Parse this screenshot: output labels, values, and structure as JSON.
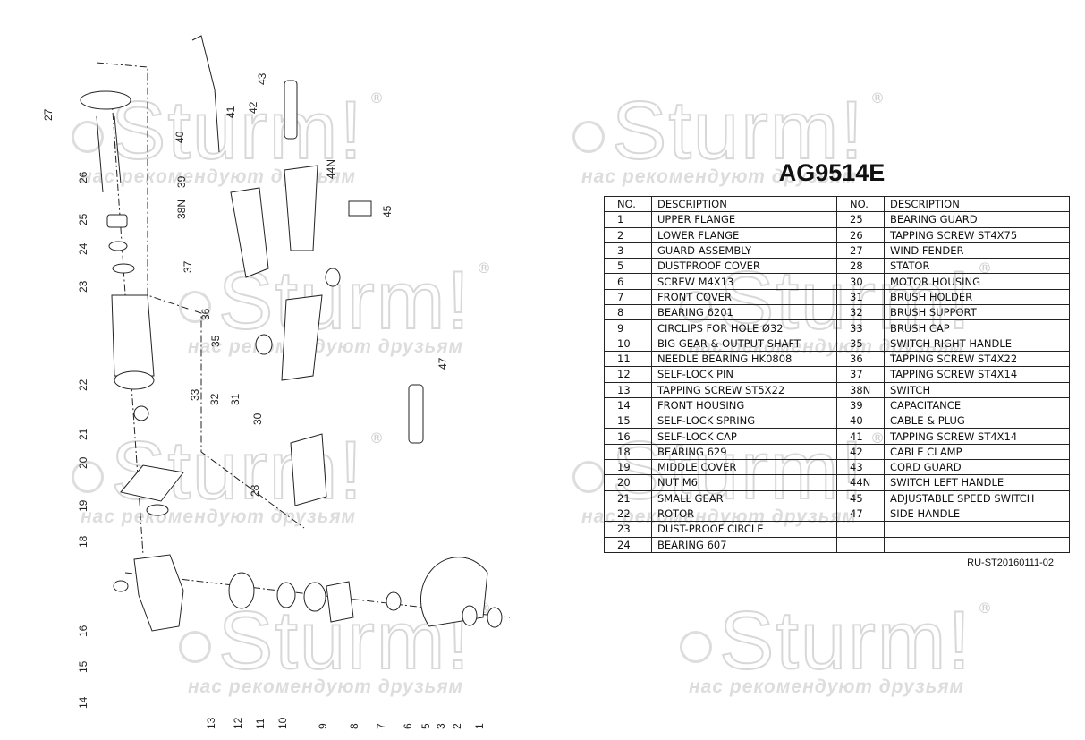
{
  "watermark": {
    "brand": "Sturm!",
    "registered": "®",
    "slogan": "нас рекомендуют друзьям"
  },
  "title": "AG9514E",
  "table": {
    "headers": {
      "no": "NO.",
      "description": "DESCRIPTION"
    },
    "left": [
      {
        "no": "1",
        "desc": "UPPER FLANGE"
      },
      {
        "no": "2",
        "desc": "LOWER FLANGE"
      },
      {
        "no": "3",
        "desc": "GUARD  ASSEMBLY"
      },
      {
        "no": "5",
        "desc": "DUSTPROOF COVER"
      },
      {
        "no": "6",
        "desc": "SCREW M4X13"
      },
      {
        "no": "7",
        "desc": "FRONT COVER"
      },
      {
        "no": "8",
        "desc": "BEARING 6201"
      },
      {
        "no": "9",
        "desc": "CIRCLIPS FOR HOLE Ø32"
      },
      {
        "no": "10",
        "desc": "BIG GEAR & OUTPUT SHAFT"
      },
      {
        "no": "11",
        "desc": "NEEDLE BEARING HK0808"
      },
      {
        "no": "12",
        "desc": "SELF-LOCK PIN"
      },
      {
        "no": "13",
        "desc": "TAPPING SCREW ST5X22"
      },
      {
        "no": "14",
        "desc": "FRONT HOUSING"
      },
      {
        "no": "15",
        "desc": "SELF-LOCK SPRING"
      },
      {
        "no": "16",
        "desc": "SELF-LOCK CAP"
      },
      {
        "no": "18",
        "desc": "BEARING 629"
      },
      {
        "no": "19",
        "desc": "MIDDLE COVER"
      },
      {
        "no": "20",
        "desc": "NUT M6"
      },
      {
        "no": "21",
        "desc": "SMALL GEAR"
      },
      {
        "no": "22",
        "desc": "ROTOR"
      },
      {
        "no": "23",
        "desc": "DUST-PROOF CIRCLE"
      },
      {
        "no": "24",
        "desc": "BEARING 607"
      }
    ],
    "right": [
      {
        "no": "25",
        "desc": "BEARING GUARD"
      },
      {
        "no": "26",
        "desc": "TAPPING SCREW ST4X75"
      },
      {
        "no": "27",
        "desc": "WIND FENDER"
      },
      {
        "no": "28",
        "desc": "STATOR"
      },
      {
        "no": "30",
        "desc": "MOTOR HOUSING"
      },
      {
        "no": "31",
        "desc": "BRUSH HOLDER"
      },
      {
        "no": "32",
        "desc": "BRUSH SUPPORT"
      },
      {
        "no": "33",
        "desc": "BRUSH CAP"
      },
      {
        "no": "35",
        "desc": "SWITCH RIGHT HANDLE"
      },
      {
        "no": "36",
        "desc": "TAPPING SCREW ST4X22"
      },
      {
        "no": "37",
        "desc": "TAPPING SCREW ST4X14"
      },
      {
        "no": "38N",
        "desc": "SWITCH"
      },
      {
        "no": "39",
        "desc": "CAPACITANCE"
      },
      {
        "no": "40",
        "desc": "CABLE & PLUG"
      },
      {
        "no": "41",
        "desc": "TAPPING SCREW ST4X14"
      },
      {
        "no": "42",
        "desc": "CABLE CLAMP"
      },
      {
        "no": "43",
        "desc": "CORD GUARD"
      },
      {
        "no": "44N",
        "desc": "SWITCH LEFT HANDLE"
      },
      {
        "no": "45",
        "desc": "ADJUSTABLE SPEED SWITCH"
      },
      {
        "no": "47",
        "desc": "SIDE HANDLE"
      },
      {
        "no": "",
        "desc": ""
      },
      {
        "no": "",
        "desc": ""
      }
    ]
  },
  "doc_code": "RU-ST20160111-02",
  "callouts": [
    "27",
    "26",
    "25",
    "24",
    "23",
    "22",
    "21",
    "20",
    "19",
    "18",
    "16",
    "15",
    "14",
    "13",
    "12",
    "11",
    "10",
    "9",
    "8",
    "7",
    "6",
    "5",
    "3",
    "2",
    "1",
    "40",
    "41",
    "42",
    "43",
    "39",
    "38N",
    "37",
    "36",
    "35",
    "33",
    "32",
    "31",
    "30",
    "28",
    "44N",
    "45",
    "47"
  ]
}
